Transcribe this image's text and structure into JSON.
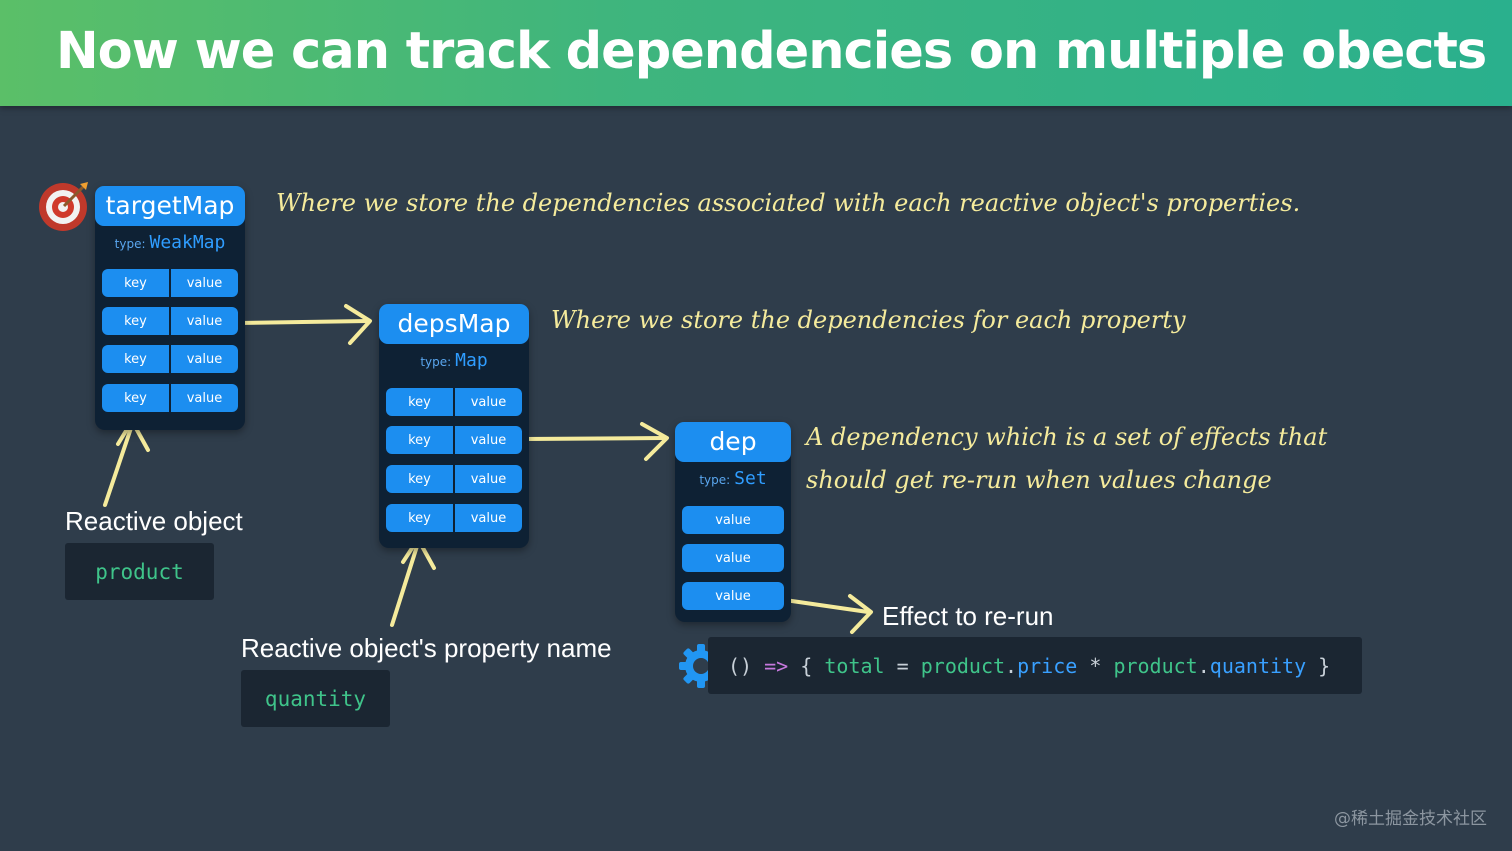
{
  "title": "Now we can track dependencies on multiple obects",
  "colors": {
    "header_green": "#5bbf68",
    "header_teal": "#2ab08d",
    "background": "#2f3d4b",
    "box_blue": "#1c8ef0",
    "note_yellow": "#f5eb9c",
    "code_green": "#3fc48a"
  },
  "icons": {
    "target": "target-icon",
    "gear": "gear-icon"
  },
  "target_map": {
    "title": "targetMap",
    "type_label": "type:",
    "type_value": "WeakMap",
    "rows": [
      {
        "key": "key",
        "value": "value"
      },
      {
        "key": "key",
        "value": "value"
      },
      {
        "key": "key",
        "value": "value"
      },
      {
        "key": "key",
        "value": "value"
      }
    ],
    "note": "Where we store the dependencies associated with each reactive object's properties."
  },
  "deps_map": {
    "title": "depsMap",
    "type_label": "type:",
    "type_value": "Map",
    "rows": [
      {
        "key": "key",
        "value": "value"
      },
      {
        "key": "key",
        "value": "value"
      },
      {
        "key": "key",
        "value": "value"
      },
      {
        "key": "key",
        "value": "value"
      }
    ],
    "note": "Where we store the dependencies for each property"
  },
  "dep": {
    "title": "dep",
    "type_label": "type:",
    "type_value": "Set",
    "values": [
      "value",
      "value",
      "value"
    ],
    "note_line1": "A dependency which is a set of effects that",
    "note_line2": "should get re-run when values change"
  },
  "reactive_object": {
    "label": "Reactive object",
    "code": "product"
  },
  "property_name": {
    "label": "Reactive object's property name",
    "code": "quantity"
  },
  "effect": {
    "label": "Effect to re-run",
    "code": {
      "params": "()",
      "arrow": "=>",
      "open": "{",
      "var": "total",
      "eq": "=",
      "obj1": "product",
      "prop1": "price",
      "op": "*",
      "obj2": "product",
      "prop2": "quantity",
      "close": "}"
    }
  },
  "watermark": "@稀土掘金技术社区"
}
